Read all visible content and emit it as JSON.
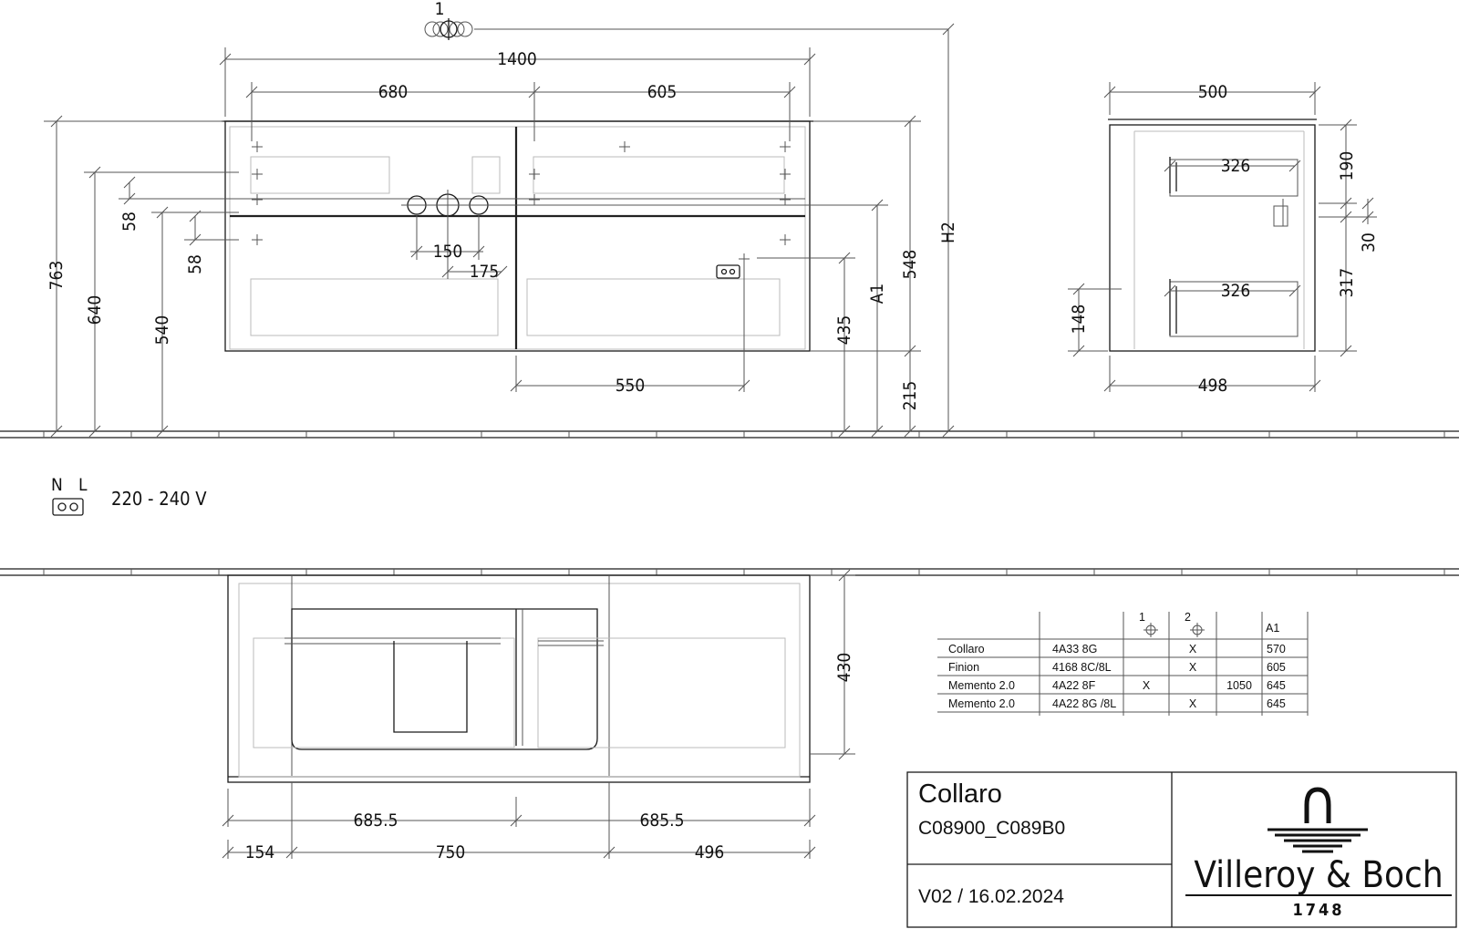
{
  "front_view": {
    "item_marker": "1",
    "dims": {
      "total_width": "1400",
      "left_section": "680",
      "right_section": "605",
      "height_763": "763",
      "height_640": "640",
      "height_540": "540",
      "gap_58_a": "58",
      "gap_58_b": "58",
      "spacing_150": "150",
      "spacing_175": "175",
      "offset_550": "550",
      "height_548": "548",
      "height_435": "435",
      "height_215": "215",
      "label_a1": "A1",
      "label_h2": "H2"
    }
  },
  "side_view": {
    "dims": {
      "depth_top": "500",
      "depth_bottom": "498",
      "drawer_upper": "326",
      "drawer_lower": "326",
      "height_190": "190",
      "height_30": "30",
      "height_317": "317",
      "height_148": "148"
    }
  },
  "electrical": {
    "n_label": "N",
    "l_label": "L",
    "voltage": "220 - 240 V"
  },
  "top_view": {
    "dims": {
      "half_left": "685.5",
      "half_right": "685.5",
      "seg_154": "154",
      "seg_750": "750",
      "seg_496": "496",
      "depth_430": "430"
    }
  },
  "compat_table": {
    "col_headers": [
      "",
      "",
      "1",
      "2",
      "",
      "A1"
    ],
    "rows": [
      [
        "Collaro",
        "4A33 8G",
        "",
        "X",
        "",
        "570"
      ],
      [
        "Finion",
        "4168 8C/8L",
        "",
        "X",
        "",
        "605"
      ],
      [
        "Memento 2.0",
        "4A22 8F",
        "X",
        "",
        "1050",
        "645"
      ],
      [
        "Memento 2.0",
        "4A22 8G /8L",
        "",
        "X",
        "",
        "645"
      ]
    ]
  },
  "title_block": {
    "product": "Collaro",
    "article": "C08900_C089B0",
    "version": "V02 / 16.02.2024",
    "brand": "Villeroy & Boch",
    "year": "1748"
  }
}
